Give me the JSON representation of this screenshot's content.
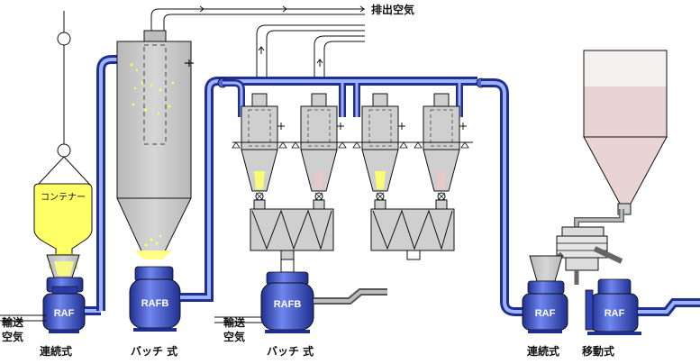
{
  "labels": {
    "exhaust": "排出空気",
    "container": "コンテナー",
    "transport_air_1": [
      "輸送",
      "空気"
    ],
    "transport_air_2": [
      "輸送",
      "空気"
    ],
    "continuous_1": "連続式",
    "batch_1": "バッチ 式",
    "batch_2": "バッチ 式",
    "continuous_2": "連続式",
    "mobile": "移動式"
  },
  "equipment": {
    "raf_1": "RAF",
    "rafb_1": "RAFB",
    "rafb_2": "RAFB",
    "raf_2": "RAF",
    "raf_3": "RAF"
  },
  "colors": {
    "pipe": "#4a67e6",
    "pipe_light": "#9fb2ff",
    "vessel": "#c9c9c9",
    "machine": "#3044b8",
    "product": "#ffff66",
    "container": "#ffff66",
    "hopper_pink": "#e8c8c8"
  }
}
